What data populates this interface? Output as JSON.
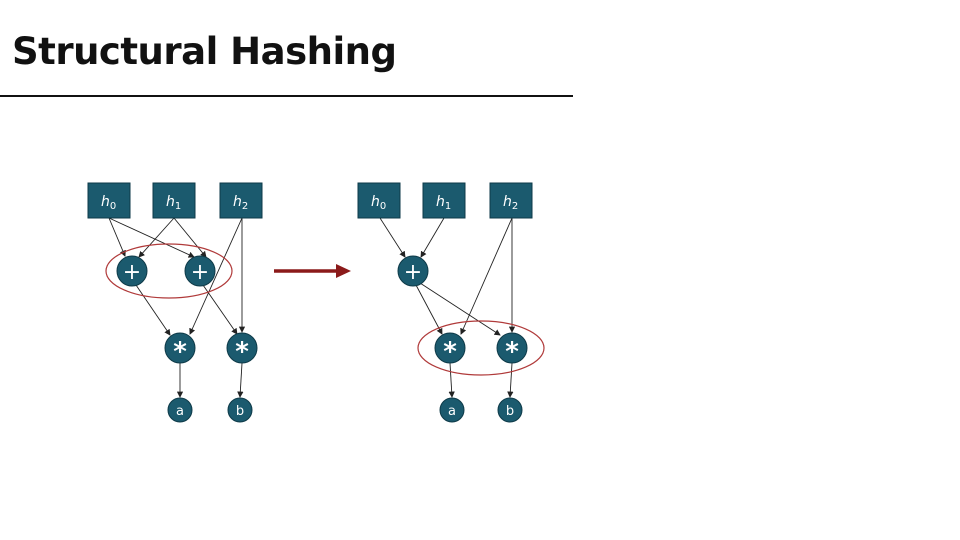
{
  "title": "Structural Hashing",
  "before": {
    "inputs": [
      {
        "base": "h",
        "sub": "0"
      },
      {
        "base": "h",
        "sub": "1"
      },
      {
        "base": "h",
        "sub": "2"
      }
    ],
    "adders": [
      "+",
      "+"
    ],
    "multipliers": [
      "*",
      "*"
    ],
    "outputs": [
      "a",
      "b"
    ]
  },
  "after": {
    "inputs": [
      {
        "base": "h",
        "sub": "0"
      },
      {
        "base": "h",
        "sub": "1"
      },
      {
        "base": "h",
        "sub": "2"
      }
    ],
    "adders": [
      "+"
    ],
    "multipliers": [
      "*",
      "*"
    ],
    "outputs": [
      "a",
      "b"
    ]
  },
  "colors": {
    "node": "#1b5a6e",
    "highlight": "#b03a3a",
    "arrow": "#8b1a1a"
  }
}
